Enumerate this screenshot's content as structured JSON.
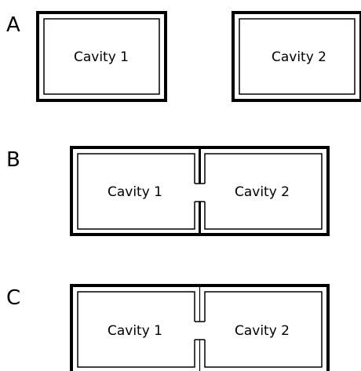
{
  "colors": {
    "stroke": "#000000",
    "background": "#ffffff"
  },
  "panels": [
    {
      "id": "A",
      "label": "A",
      "cavities": [
        "Cavity 1",
        "Cavity 2"
      ]
    },
    {
      "id": "B",
      "label": "B",
      "cavities": [
        "Cavity 1",
        "Cavity 2"
      ]
    },
    {
      "id": "C",
      "label": "C",
      "cavities": [
        "Cavity 1",
        "Cavity 2"
      ]
    }
  ]
}
